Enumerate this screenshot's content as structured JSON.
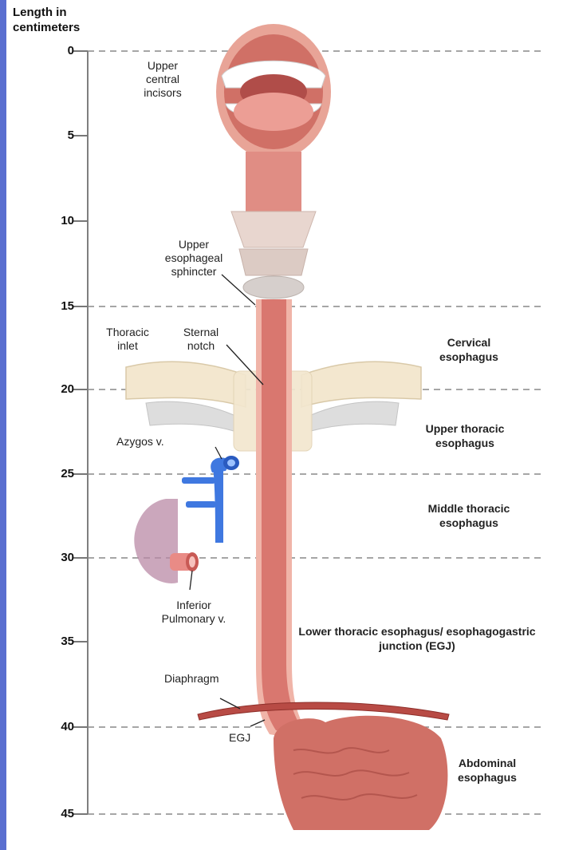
{
  "axis": {
    "title": "Length in centimeters",
    "ticks": [
      "0",
      "5",
      "10",
      "15",
      "20",
      "25",
      "30",
      "35",
      "40",
      "45"
    ]
  },
  "labels": {
    "upper_incisors": "Upper central incisors",
    "ues": "Upper esophageal sphincter",
    "thoracic_inlet": "Thoracic inlet",
    "sternal_notch": "Sternal notch",
    "azygos": "Azygos v.",
    "inferior_pulmonary": "Inferior Pulmonary v.",
    "diaphragm": "Diaphragm",
    "egj": "EGJ"
  },
  "segments": {
    "cervical": "Cervical esophagus",
    "upper_thoracic": "Upper thoracic esophagus",
    "middle_thoracic": "Middle thoracic esophagus",
    "lower_thoracic": "Lower thoracic esophagus/ esophagogastric junction (EGJ)",
    "abdominal": "Abdominal esophagus"
  },
  "colors": {
    "esophagus": "#d9776f",
    "esophagus_light": "#f0b4a8",
    "stomach": "#d07066",
    "bone": "#f3e7cf",
    "cartilage": "#e8d6cf",
    "azygos": "#3f78e0",
    "lung": "#b98aa6",
    "pulmonary_vein": "#e98b86",
    "diaphragm": "#b84b45"
  }
}
